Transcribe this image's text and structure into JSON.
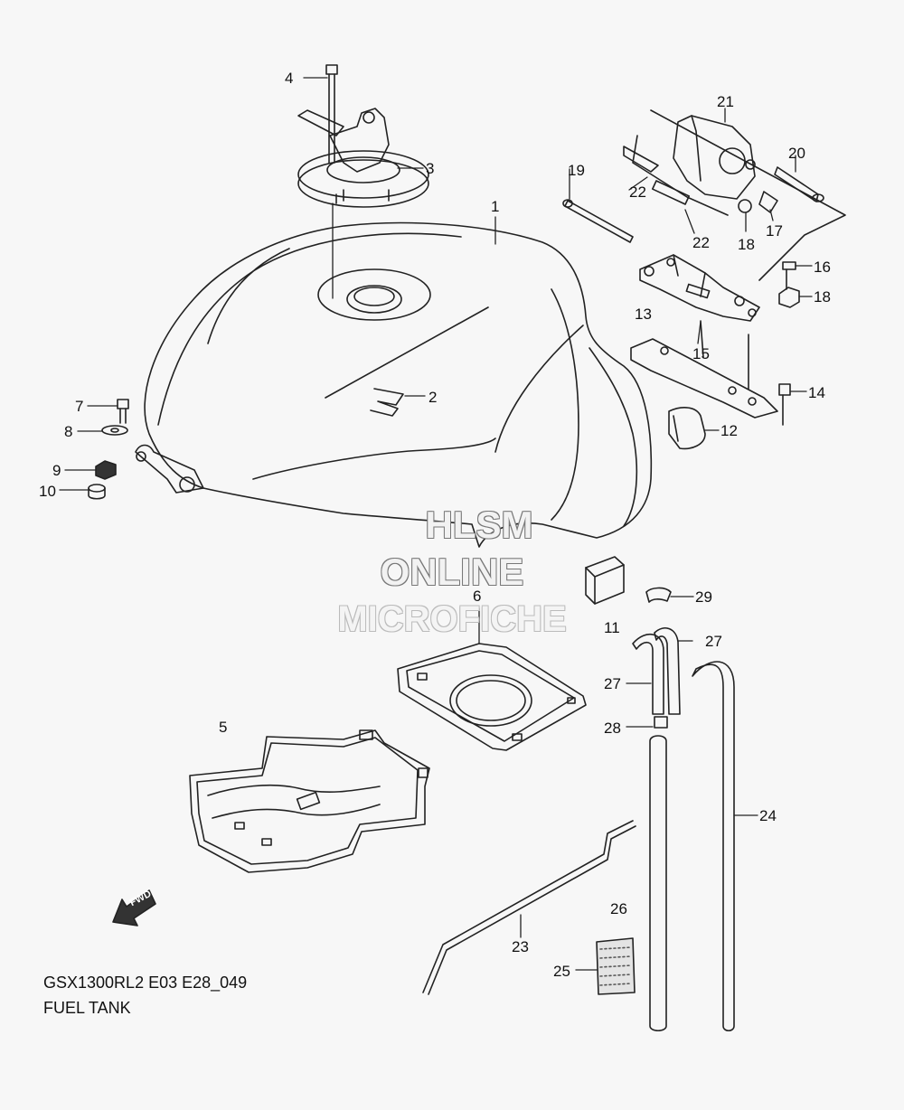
{
  "diagram": {
    "caption_model": "GSX1300RL2 E03 E28_049",
    "caption_title": "FUEL TANK",
    "direction_marker": "FWD",
    "watermark": [
      "HLSM",
      "ONLINE",
      "MICROFICHE"
    ],
    "callouts": [
      {
        "id": "c1",
        "text": "1"
      },
      {
        "id": "c2",
        "text": "2"
      },
      {
        "id": "c3",
        "text": "3"
      },
      {
        "id": "c4",
        "text": "4"
      },
      {
        "id": "c5",
        "text": "5"
      },
      {
        "id": "c6",
        "text": "6"
      },
      {
        "id": "c7",
        "text": "7"
      },
      {
        "id": "c8",
        "text": "8"
      },
      {
        "id": "c9",
        "text": "9"
      },
      {
        "id": "c10",
        "text": "10"
      },
      {
        "id": "c11",
        "text": "11"
      },
      {
        "id": "c12",
        "text": "12"
      },
      {
        "id": "c13",
        "text": "13"
      },
      {
        "id": "c14",
        "text": "14"
      },
      {
        "id": "c15",
        "text": "15"
      },
      {
        "id": "c16",
        "text": "16"
      },
      {
        "id": "c17",
        "text": "17"
      },
      {
        "id": "c18a",
        "text": "18"
      },
      {
        "id": "c18b",
        "text": "18"
      },
      {
        "id": "c19",
        "text": "19"
      },
      {
        "id": "c20",
        "text": "20"
      },
      {
        "id": "c21",
        "text": "21"
      },
      {
        "id": "c22a",
        "text": "22"
      },
      {
        "id": "c22b",
        "text": "22"
      },
      {
        "id": "c23",
        "text": "23"
      },
      {
        "id": "c24",
        "text": "24"
      },
      {
        "id": "c25",
        "text": "25"
      },
      {
        "id": "c26",
        "text": "26"
      },
      {
        "id": "c27a",
        "text": "27"
      },
      {
        "id": "c27b",
        "text": "27"
      },
      {
        "id": "c28",
        "text": "28"
      },
      {
        "id": "c29",
        "text": "29"
      }
    ]
  }
}
